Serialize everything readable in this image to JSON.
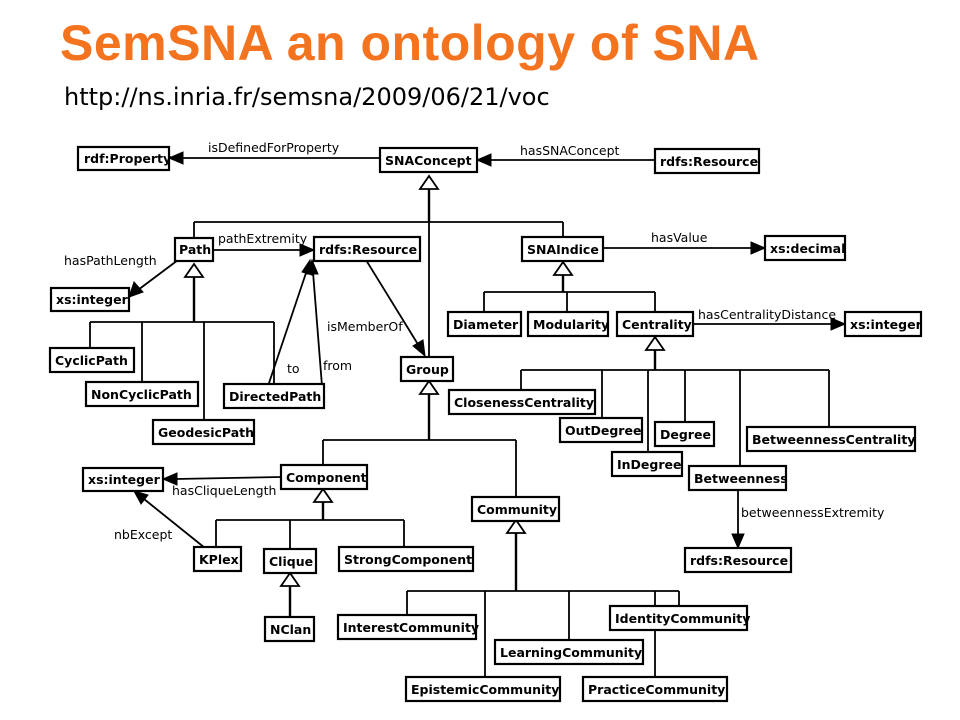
{
  "title": "SemSNA an ontology of SNA",
  "subtitle": "http://ns.inria.fr/semsna/2009/06/21/voc",
  "nodes": {
    "rdf_property": "rdf:Property",
    "sna_concept": "SNAConcept",
    "rdfs_resource_top": "rdfs:Resource",
    "path": "Path",
    "rdfs_resource_mid": "rdfs:Resource",
    "sna_indice": "SNAIndice",
    "xs_decimal": "xs:decimal",
    "xs_integer_path": "xs:integer",
    "diameter": "Diameter",
    "modularity": "Modularity",
    "centrality": "Centrality",
    "xs_integer_centrality": "xs:integer",
    "cyclic_path": "CyclicPath",
    "group": "Group",
    "non_cyclic_path": "NonCyclicPath",
    "directed_path": "DirectedPath",
    "closeness_centrality": "ClosenessCentrality",
    "geodesic_path": "GeodesicPath",
    "out_degree": "OutDegree",
    "degree": "Degree",
    "betweenness_centrality": "BetweennessCentrality",
    "in_degree": "InDegree",
    "xs_integer_component": "xs:integer",
    "component": "Component",
    "betweenness": "Betweenness",
    "community": "Community",
    "kplex": "KPlex",
    "clique": "Clique",
    "strong_component": "StrongComponent",
    "rdfs_resource_bottom": "rdfs:Resource",
    "nclan": "NClan",
    "interest_community": "InterestCommunity",
    "identity_community": "IdentityCommunity",
    "learning_community": "LearningCommunity",
    "epistemic_community": "EpistemicCommunity",
    "practice_community": "PracticeCommunity"
  },
  "edges": {
    "is_defined_for_property": "isDefinedForProperty",
    "has_sna_concept": "hasSNAConcept",
    "path_extremity": "pathExtremity",
    "has_path_length": "hasPathLength",
    "has_value": "hasValue",
    "has_centrality_distance": "hasCentralityDistance",
    "is_member_of": "isMemberOf",
    "to": "to",
    "from": "from",
    "has_clique_length": "hasCliqueLength",
    "nb_except": "nbExcept",
    "betweenness_extremity": "betweennessExtremity"
  }
}
